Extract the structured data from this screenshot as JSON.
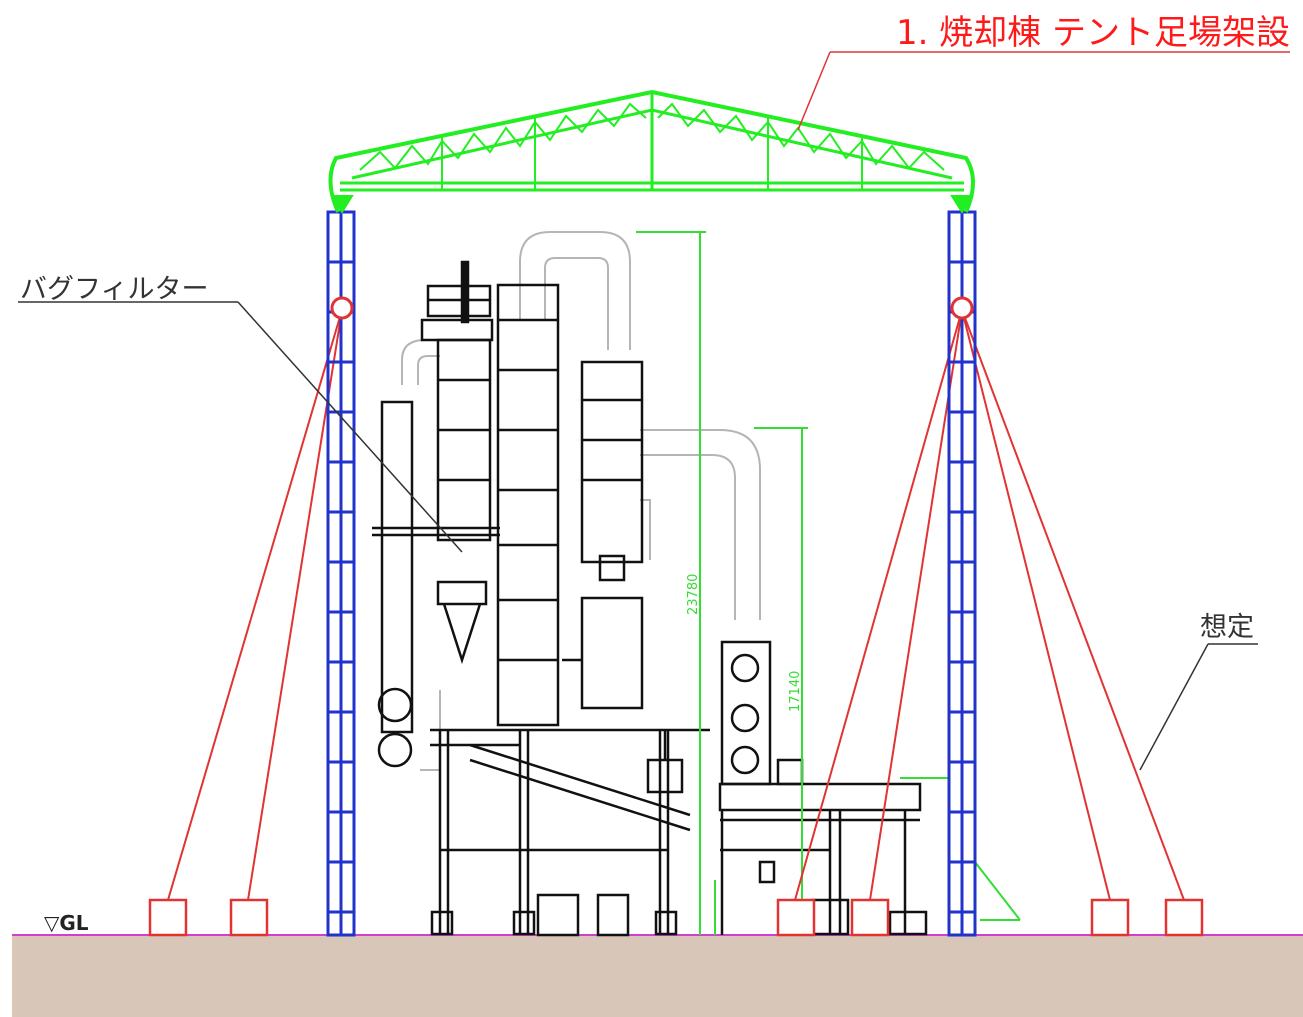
{
  "title": "1. 焼却棟 テント足場架設",
  "labels": {
    "bag_filter": "バグフィルター",
    "assumed": "想定",
    "ground_level": "▽GL"
  },
  "dimensions": {
    "overall_height": "23780",
    "mid_height": "17140"
  },
  "colors": {
    "title": "#ff1a1a",
    "truss": "#22ee22",
    "scaffold": "#2233cc",
    "guy_wire": "#e23333",
    "equipment": "#111111",
    "duct": "#b5b5b5",
    "dimension": "#33dd33",
    "ground": "#d8c6b8",
    "ground_line": "#d040d0"
  }
}
